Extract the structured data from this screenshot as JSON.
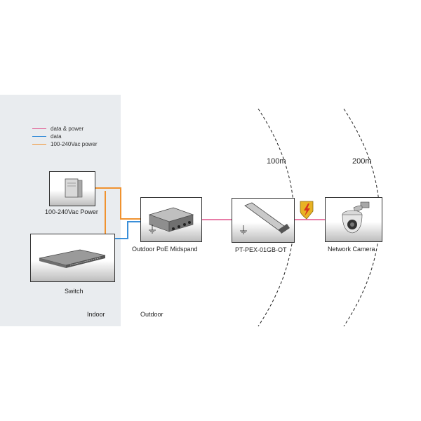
{
  "legend": {
    "items": [
      {
        "label": "data & power",
        "color": "#e0508a"
      },
      {
        "label": "data",
        "color": "#3a8fd9"
      },
      {
        "label": "100-240Vac power",
        "color": "#f0922f"
      }
    ]
  },
  "zones": {
    "indoor": "Indoor",
    "outdoor": "Outdoor"
  },
  "devices": {
    "power": "100-240Vac Power",
    "switch": "Switch",
    "midspan": "Outdoor PoE Midspand",
    "extender": "PT-PEX-01GB-OT",
    "camera": "Network Camera"
  },
  "distances": {
    "first": "100m",
    "second": "200m"
  },
  "colors": {
    "data_power": "#e0508a",
    "data": "#3a8fd9",
    "power": "#f0922f",
    "surge": "#e8b224"
  }
}
